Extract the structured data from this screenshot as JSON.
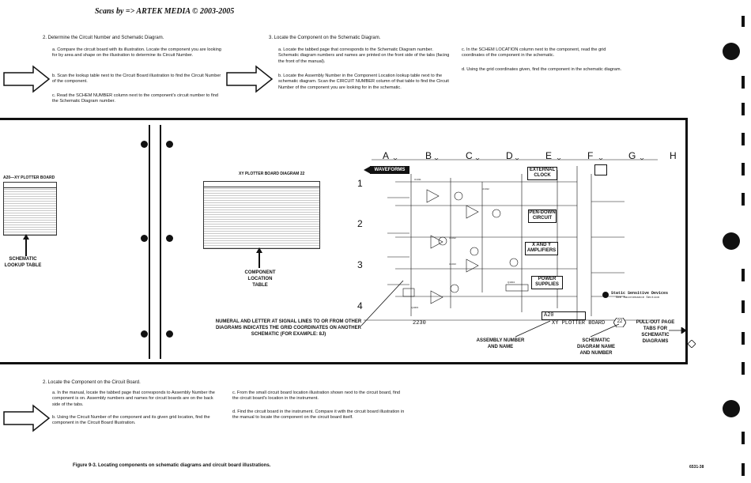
{
  "header": {
    "scan_credit": "Scans by => ARTEK MEDIA © 2003-2005"
  },
  "top": {
    "step2_title": "2. Determine the Circuit Number and Schematic Diagram.",
    "step2_items": [
      "a. Compare the circuit board with its illustration. Locate the component you are looking for by area and shape on the illustration to determine its Circuit Number.",
      "b. Scan the lookup table next to the Circuit Board illustration to find the Circuit Number of the component.",
      "c. Read the SCHEM NUMBER column next to the component's circuit number to find the Schematic Diagram number."
    ],
    "step3_title": "3. Locate the Component on the Schematic Diagram.",
    "step3_items": [
      "a. Locate the tabbed page that corresponds to the Schematic Diagram number. Schematic diagram numbers and names are printed on the front side of the tabs (facing the front of the manual).",
      "b. Locate the Assembly Number in the Component Location lookup table next to the schematic diagram. Scan the CIRCUIT NUMBER column of that table to find the Circuit Number of the component you are looking for in the schematic.",
      "c. In the SCHEM LOCATION column next to the component, read the grid coordinates of the component in the schematic.",
      "d. Using the grid coordinates given, find the component in the schematic diagram."
    ]
  },
  "middle": {
    "small_table_title": "A20—XY PLOTTER BOARD",
    "lookup_label": "SCHEMATIC LOOKUP TABLE",
    "comp_table_title": "XY PLOTTER BOARD DIAGRAM 22",
    "comp_loc_label": "COMPONENT LOCATION TABLE",
    "numeral_note": "NUMERAL AND LETTER AT SIGNAL LINES TO OR FROM OTHER DIAGRAMS INDICATES THE GRID COORDINATES ON ANOTHER SCHEMATIC (FOR EXAMPLE: 8J)",
    "grid_columns": [
      "A",
      "B",
      "C",
      "D",
      "E",
      "F",
      "G",
      "H"
    ],
    "grid_rows": [
      "1",
      "2",
      "3",
      "4"
    ],
    "waveforms": "WAVEFORMS",
    "blocks": [
      "EXTERNAL CLOCK",
      "PEN-DOWN CIRCUIT",
      "X AND Y AMPLIFIERS",
      "POWER SUPPLIES"
    ],
    "assembly_tag": "A20",
    "title_block": "XY PLOTTER BOARD",
    "diagram_number": "22",
    "page_code": "2230",
    "static_title": "Static Sensitive Devices",
    "static_sub": "See Maintenance Section",
    "assembly_label": "ASSEMBLY NUMBER AND NAME",
    "schem_name_label": "SCHEMATIC DIAGRAM NAME AND NUMBER",
    "pullout_label": "PULL-OUT PAGE TABS FOR SCHEMATIC DIAGRAMS"
  },
  "bottom": {
    "step2_title": "2. Locate the Component on the Circuit Board.",
    "items": [
      "a. In the manual, locate the tabbed page that corresponds to Assembly Number the component is on. Assembly numbers and names for circuit boards are on the back side of the tabs.",
      "b. Using the Circuit Number of the component and its given grid location, find the component in the Circuit Board Illustration.",
      "c. From the small circuit board location illustration shown next to the circuit board, find the circuit board's location in the instrument.",
      "d. Find the circuit board in the instrument. Compare it with the circuit board illustration in the manual to locate the component on the circuit board itself."
    ],
    "figure_caption": "Figure 9-3. Locating components on schematic diagrams and circuit board illustrations.",
    "page_number": "6531-38"
  }
}
